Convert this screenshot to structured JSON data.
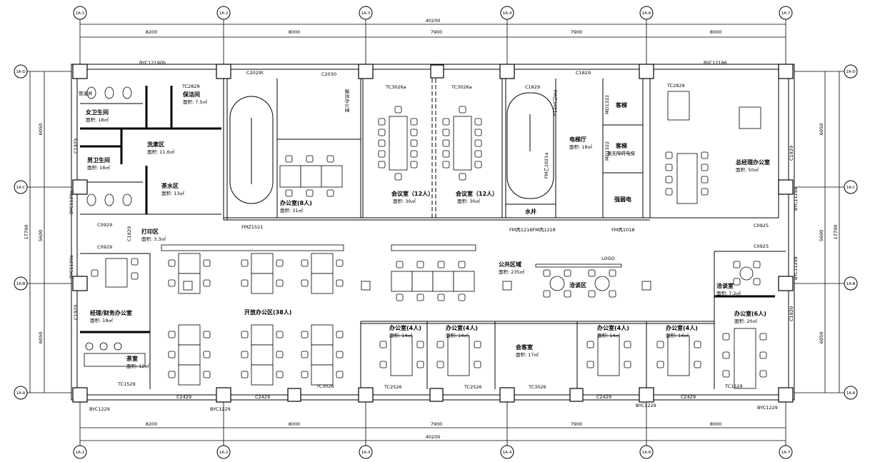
{
  "axes": {
    "columns": [
      "1A-1",
      "1A-2",
      "1A-3",
      "1A-4",
      "1A-6",
      "1A-7"
    ],
    "rows": [
      "1A-D",
      "1A-C",
      "1A-B",
      "1A-A"
    ]
  },
  "dimensions": {
    "horizontal_total": "40200",
    "horizontal_spans": [
      "8200",
      "8000",
      "7900",
      "7900",
      "8000"
    ],
    "vertical_total": "17700",
    "vertical_spans": [
      "6050",
      "5600",
      "6050"
    ]
  },
  "rooms": {
    "womens_wc": {
      "name": "女卫生间",
      "area": "面积: 18㎡"
    },
    "mens_wc": {
      "name": "男卫生间",
      "area": "面积: 18㎡"
    },
    "shaft": {
      "name": "管道井"
    },
    "wash": {
      "name": "洗漱区",
      "area": "面积: 11.6㎡"
    },
    "pantry": {
      "name": "茶水区",
      "area": "面积: 13㎡"
    },
    "cleaning": {
      "name": "保洁间",
      "area": "面积: 7.5㎡"
    },
    "print": {
      "name": "打印区",
      "area": "面积: 3.3㎡"
    },
    "office8": {
      "name": "办公室(8人)",
      "area": "面积: 31㎡"
    },
    "vp_office": {
      "name": "副总办公室"
    },
    "meeting1": {
      "name": "会议室（12人）",
      "area": "面积: 30㎡"
    },
    "meeting2": {
      "name": "会议室（12人）",
      "area": "面积: 30㎡"
    },
    "lift_lobby": {
      "name": "电梯厅",
      "area": "面积: 18㎡"
    },
    "lift1": {
      "name": "客梯"
    },
    "lift2": {
      "name": "客梯",
      "note": "兼无障碍电梯"
    },
    "elec": {
      "name": "强弱电"
    },
    "water": {
      "name": "水井"
    },
    "gm_office": {
      "name": "总经理办公室",
      "area": "面积: 50㎡"
    },
    "open_office": {
      "name": "开放办公区(38人)"
    },
    "public": {
      "name": "公共区域",
      "area": "面积: 235㎡"
    },
    "lounge": {
      "name": "洽谈区"
    },
    "logo": {
      "name": "LOGO"
    },
    "finance": {
      "name": "经理/财务办公室",
      "area": "面积: 18㎡"
    },
    "tea": {
      "name": "茶室",
      "area": "面积: 12㎡"
    },
    "office4a": {
      "name": "办公室(4人)",
      "area": "面积: 14㎡"
    },
    "office4b": {
      "name": "办公室(4人)",
      "area": "面积: 14㎡"
    },
    "reception": {
      "name": "会客室",
      "area": "面积: 17㎡"
    },
    "office4c": {
      "name": "办公室(4人)",
      "area": "面积: 14㎡"
    },
    "office4d": {
      "name": "办公室(4人)",
      "area": "面积: 14㎡"
    },
    "negotiation": {
      "name": "洽谈室",
      "area": "面积: 7.2㎡"
    },
    "office6": {
      "name": "办公室(6人)",
      "area": "面积: 20㎡"
    }
  },
  "tags": {
    "byc12190b": "BYC12190b",
    "c2029t": "C2029t",
    "c2030": "C2030",
    "tc3026a_1": "TC3026a",
    "tc3026a_2": "TC3026a",
    "c1829_top": "C1829",
    "c1829_stair": "C1829",
    "byc12186": "BYC12186",
    "tc2829_1": "TC2829",
    "tc2829_2": "TC2829",
    "c1929_l": "C1929",
    "byc1129a_l1": "BYC1129a",
    "byc1129a_l2": "BYC1129a",
    "c0929_1": "C0929",
    "c0929_2": "C0929",
    "c1829_l": "C1829",
    "c1929_l2": "C1929",
    "tc1529_l": "TC1529",
    "byc1229_1": "BYC1229",
    "c2429_1": "C2429",
    "byc1229_2": "BYC1229",
    "c2429_2": "C2429",
    "tc3026_b": "TC3026",
    "tc2526_1": "TC2526",
    "tc2526_2": "TC2526",
    "tc3026_c": "TC3026",
    "c2429_3": "C2429",
    "byc1229_3": "BYC1229",
    "c2429_4": "C2429",
    "tc1529_r": "TC1529",
    "byc1229_4": "BYC1229",
    "c1929_r": "C1929",
    "byc1129a_r1": "BYC1129a",
    "byc1129a_r2": "BYC1129a",
    "c0925_1": "C0925",
    "c0925_2": "C0925",
    "c1820": "C1820",
    "fmz1521": "FMZ1521",
    "fm1021a_1": "FM乙1021a",
    "fm1021a_2": "FM乙1021a",
    "fm1218": "FM丙1218FM丙1218",
    "fm1018": "FM丙1018",
    "md1322_1": "MD1322",
    "md1322_2": "MD1322"
  }
}
